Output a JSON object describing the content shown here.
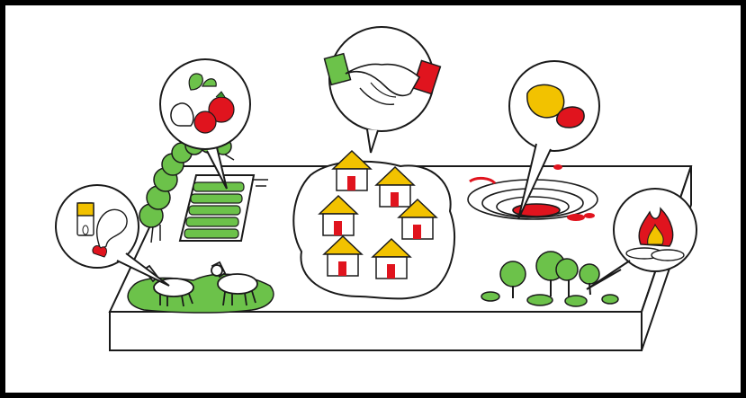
{
  "palette": {
    "frame": "#000000",
    "ink": "#1a1a1a",
    "green": "#6cc24a",
    "dark_green": "#3a8f2e",
    "red": "#e0141e",
    "yellow": "#f2c200",
    "paper": "#ffffff"
  },
  "scene": {
    "zones": [
      "farm-field",
      "goat-pasture",
      "village",
      "mining-pit",
      "forest-with-fire"
    ],
    "callout_icons": [
      "vegetables-icon",
      "handshake-icon",
      "minerals-icon",
      "fire-icon",
      "food-and-drink-icon"
    ]
  }
}
